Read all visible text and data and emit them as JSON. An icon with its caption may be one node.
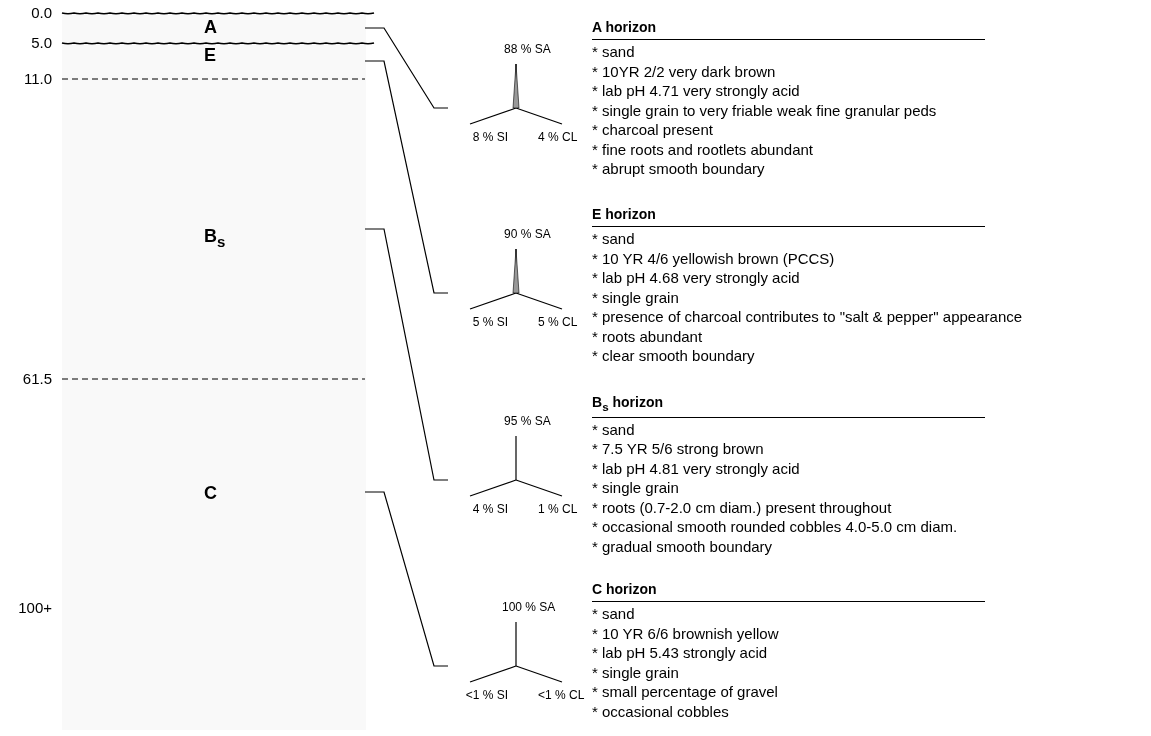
{
  "diagram": {
    "nodes": [
      {
        "text": [
          "A"
        ]
      },
      {
        "text": [
          "E"
        ]
      },
      {
        "text": [
          "B$_{s}$"
        ]
      },
      {
        "text": [
          "C"
        ]
      },
      {
        "text": [
          "88 % SA",
          "8 % SI",
          "4 % CL"
        ]
      },
      {
        "text": [
          "90 % SA",
          "5 % SI",
          "5 % CL"
        ]
      },
      {
        "text": [
          "95 % SA",
          "4 % SI",
          "1 % CL"
        ]
      },
      {
        "text": [
          "100 % SA",
          "<1 % SI",
          "<1 % CL"
        ]
      },
      {
        "text": [
          "A horizon",
          "* sand",
          "* 10YR 2/2 very dark brown",
          "* lab pH 4.71 very strongly acid",
          "* single grain to very friable weak fine granular peds",
          "* charcoal present",
          "* fine roots and rootlets abundant",
          "* abrupt smooth boundary"
        ]
      },
      {
        "text": [
          "E horizon",
          "* sand",
          "* 10  YR 4/6 yellowish brown (PCCS)",
          "* lab pH 4.68 very strongly acid",
          "* single grain",
          "* presence of charcoal contributes to \"salt & pepper\" appearance",
          "* roots abundant",
          "* clear smooth boundary"
        ]
      },
      {
        "text": [
          "B$_{s}$ horizon",
          "* sand",
          "* 7.5 YR 5/6 strong brown",
          "* lab pH 4.81 very strongly acid",
          "* single grain",
          "* roots (0.7-2.0 cm diam.) present throughout",
          "* occasional smooth rounded cobbles 4.0-5.0 cm diam.",
          "* gradual smooth boundary"
        ]
      },
      {
        "text": [
          "C horizon",
          "* sand",
          "* 10  YR 6/6 brownish yellow",
          "* lab pH 5.43 strongly acid",
          "* single grain",
          "* small percentage of gravel",
          "* occasional cobbles"
        ]
      }
    ],
    "edges": [
      {
        "from": 0,
        "to": 4,
        "arrow": "none"
      },
      {
        "from": 1,
        "to": 5,
        "arrow": "none"
      },
      {
        "from": 2,
        "to": 6,
        "arrow": "none"
      },
      {
        "from": 3,
        "to": 7,
        "arrow": "none"
      }
    ],
    "labels": [
      "0.0",
      "5.0",
      "11.0",
      "61.5",
      "100+"
    ]
  }
}
